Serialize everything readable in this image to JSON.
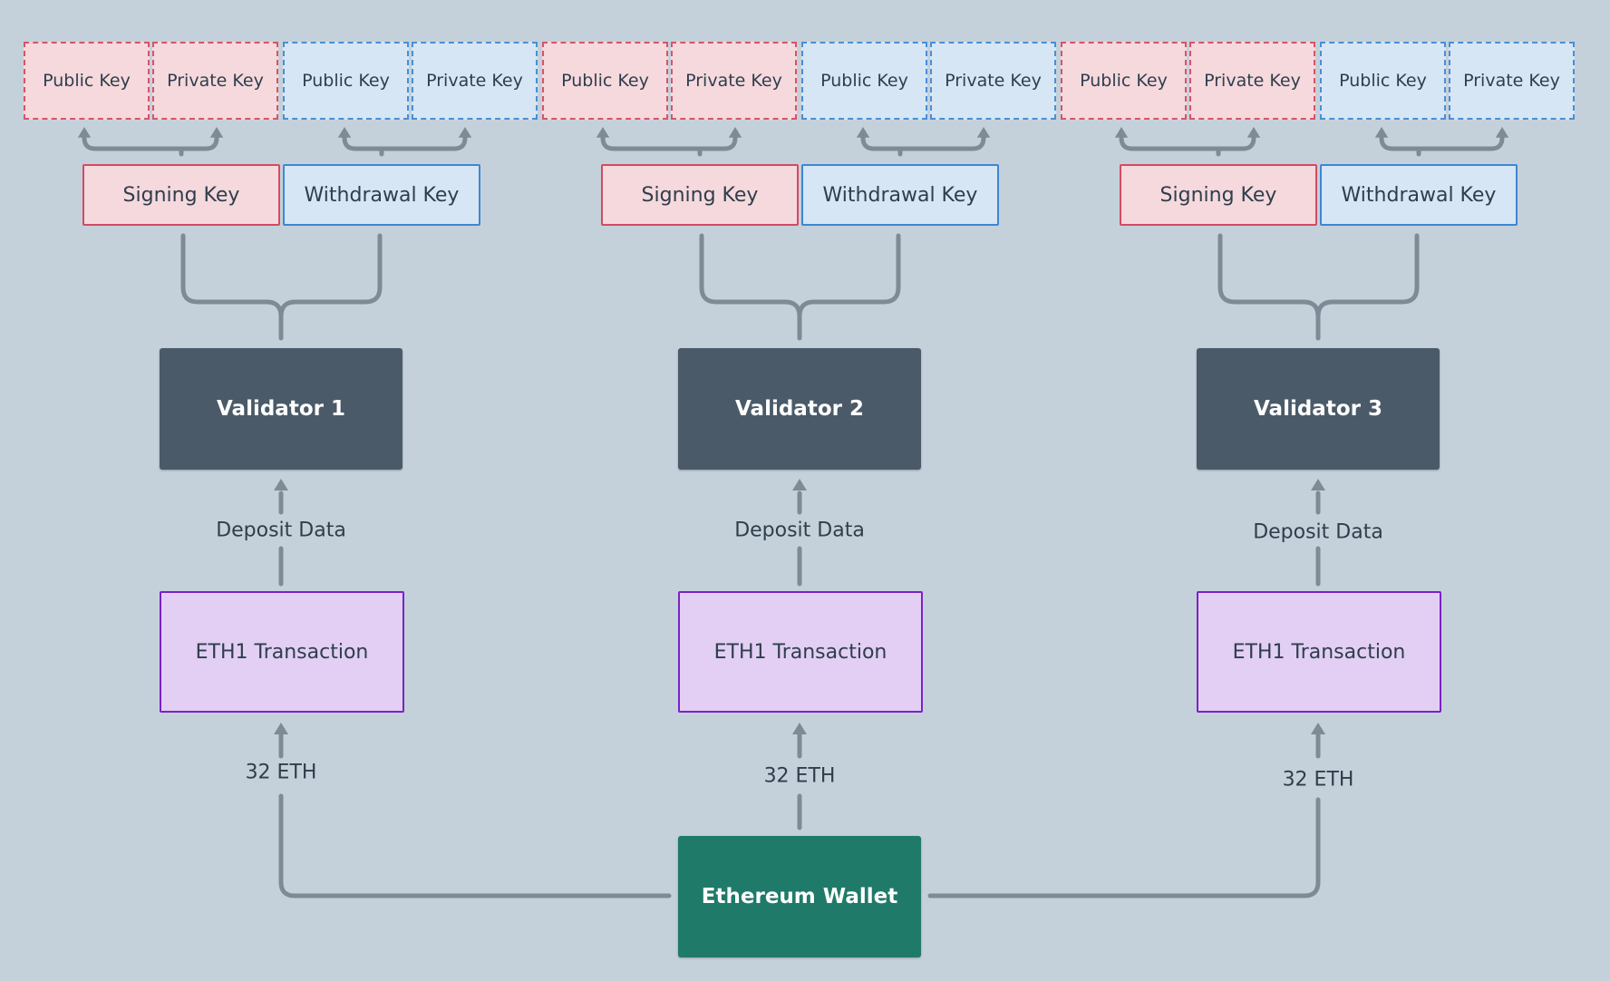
{
  "validators": [
    {
      "name": "Validator 1",
      "signing_key": "Signing Key",
      "withdrawal_key": "Withdrawal Key",
      "signing_public": "Public Key",
      "signing_private": "Private Key",
      "withdrawal_public": "Public Key",
      "withdrawal_private": "Private Key",
      "deposit_label": "Deposit Data",
      "transaction": "ETH1 Transaction",
      "amount_label": "32 ETH"
    },
    {
      "name": "Validator 2",
      "signing_key": "Signing Key",
      "withdrawal_key": "Withdrawal Key",
      "signing_public": "Public Key",
      "signing_private": "Private Key",
      "withdrawal_public": "Public Key",
      "withdrawal_private": "Private Key",
      "deposit_label": "Deposit Data",
      "transaction": "ETH1 Transaction",
      "amount_label": "32 ETH"
    },
    {
      "name": "Validator 3",
      "signing_key": "Signing Key",
      "withdrawal_key": "Withdrawal Key",
      "signing_public": "Public Key",
      "signing_private": "Private Key",
      "withdrawal_public": "Public Key",
      "withdrawal_private": "Private Key",
      "deposit_label": "Deposit Data",
      "transaction": "ETH1 Transaction",
      "amount_label": "32 ETH"
    }
  ],
  "wallet": {
    "label": "Ethereum Wallet"
  },
  "colors": {
    "background": "#c5d1da",
    "signing": "#d24b63",
    "withdrawal": "#3f86d3",
    "validator": "#4a5a68",
    "transaction": "#7a22c6",
    "wallet": "#1f7a69",
    "connector": "#7d8b97"
  }
}
